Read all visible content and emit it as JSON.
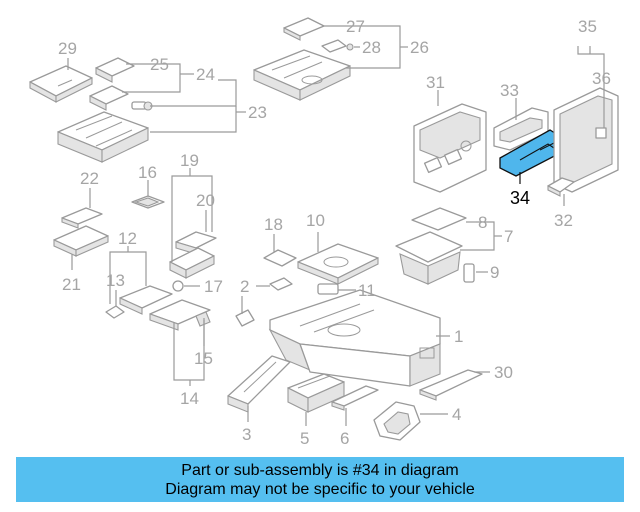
{
  "colors": {
    "highlight_fill": "#4fb6ec",
    "highlight_stroke": "#111111",
    "banner_bg": "#55bff0",
    "line_gray": "#9a9a9a",
    "label_gray": "#a5a5a5"
  },
  "highlighted_part": "34",
  "callouts": {
    "c1": "1",
    "c2": "2",
    "c3": "3",
    "c4": "4",
    "c5": "5",
    "c6": "6",
    "c7": "7",
    "c8": "8",
    "c9": "9",
    "c10": "10",
    "c11": "11",
    "c12": "12",
    "c13": "13",
    "c14": "14",
    "c15": "15",
    "c16": "16",
    "c17": "17",
    "c18": "18",
    "c19": "19",
    "c20": "20",
    "c21": "21",
    "c22": "22",
    "c23": "23",
    "c24": "24",
    "c25": "25",
    "c26": "26",
    "c27": "27",
    "c28": "28",
    "c29": "29",
    "c30": "30",
    "c31": "31",
    "c32": "32",
    "c33": "33",
    "c34": "34",
    "c35": "35",
    "c36": "36"
  },
  "banner": {
    "line1": "Part or sub-assembly is #34 in diagram",
    "line2": "Diagram may not be specific to your vehicle"
  }
}
